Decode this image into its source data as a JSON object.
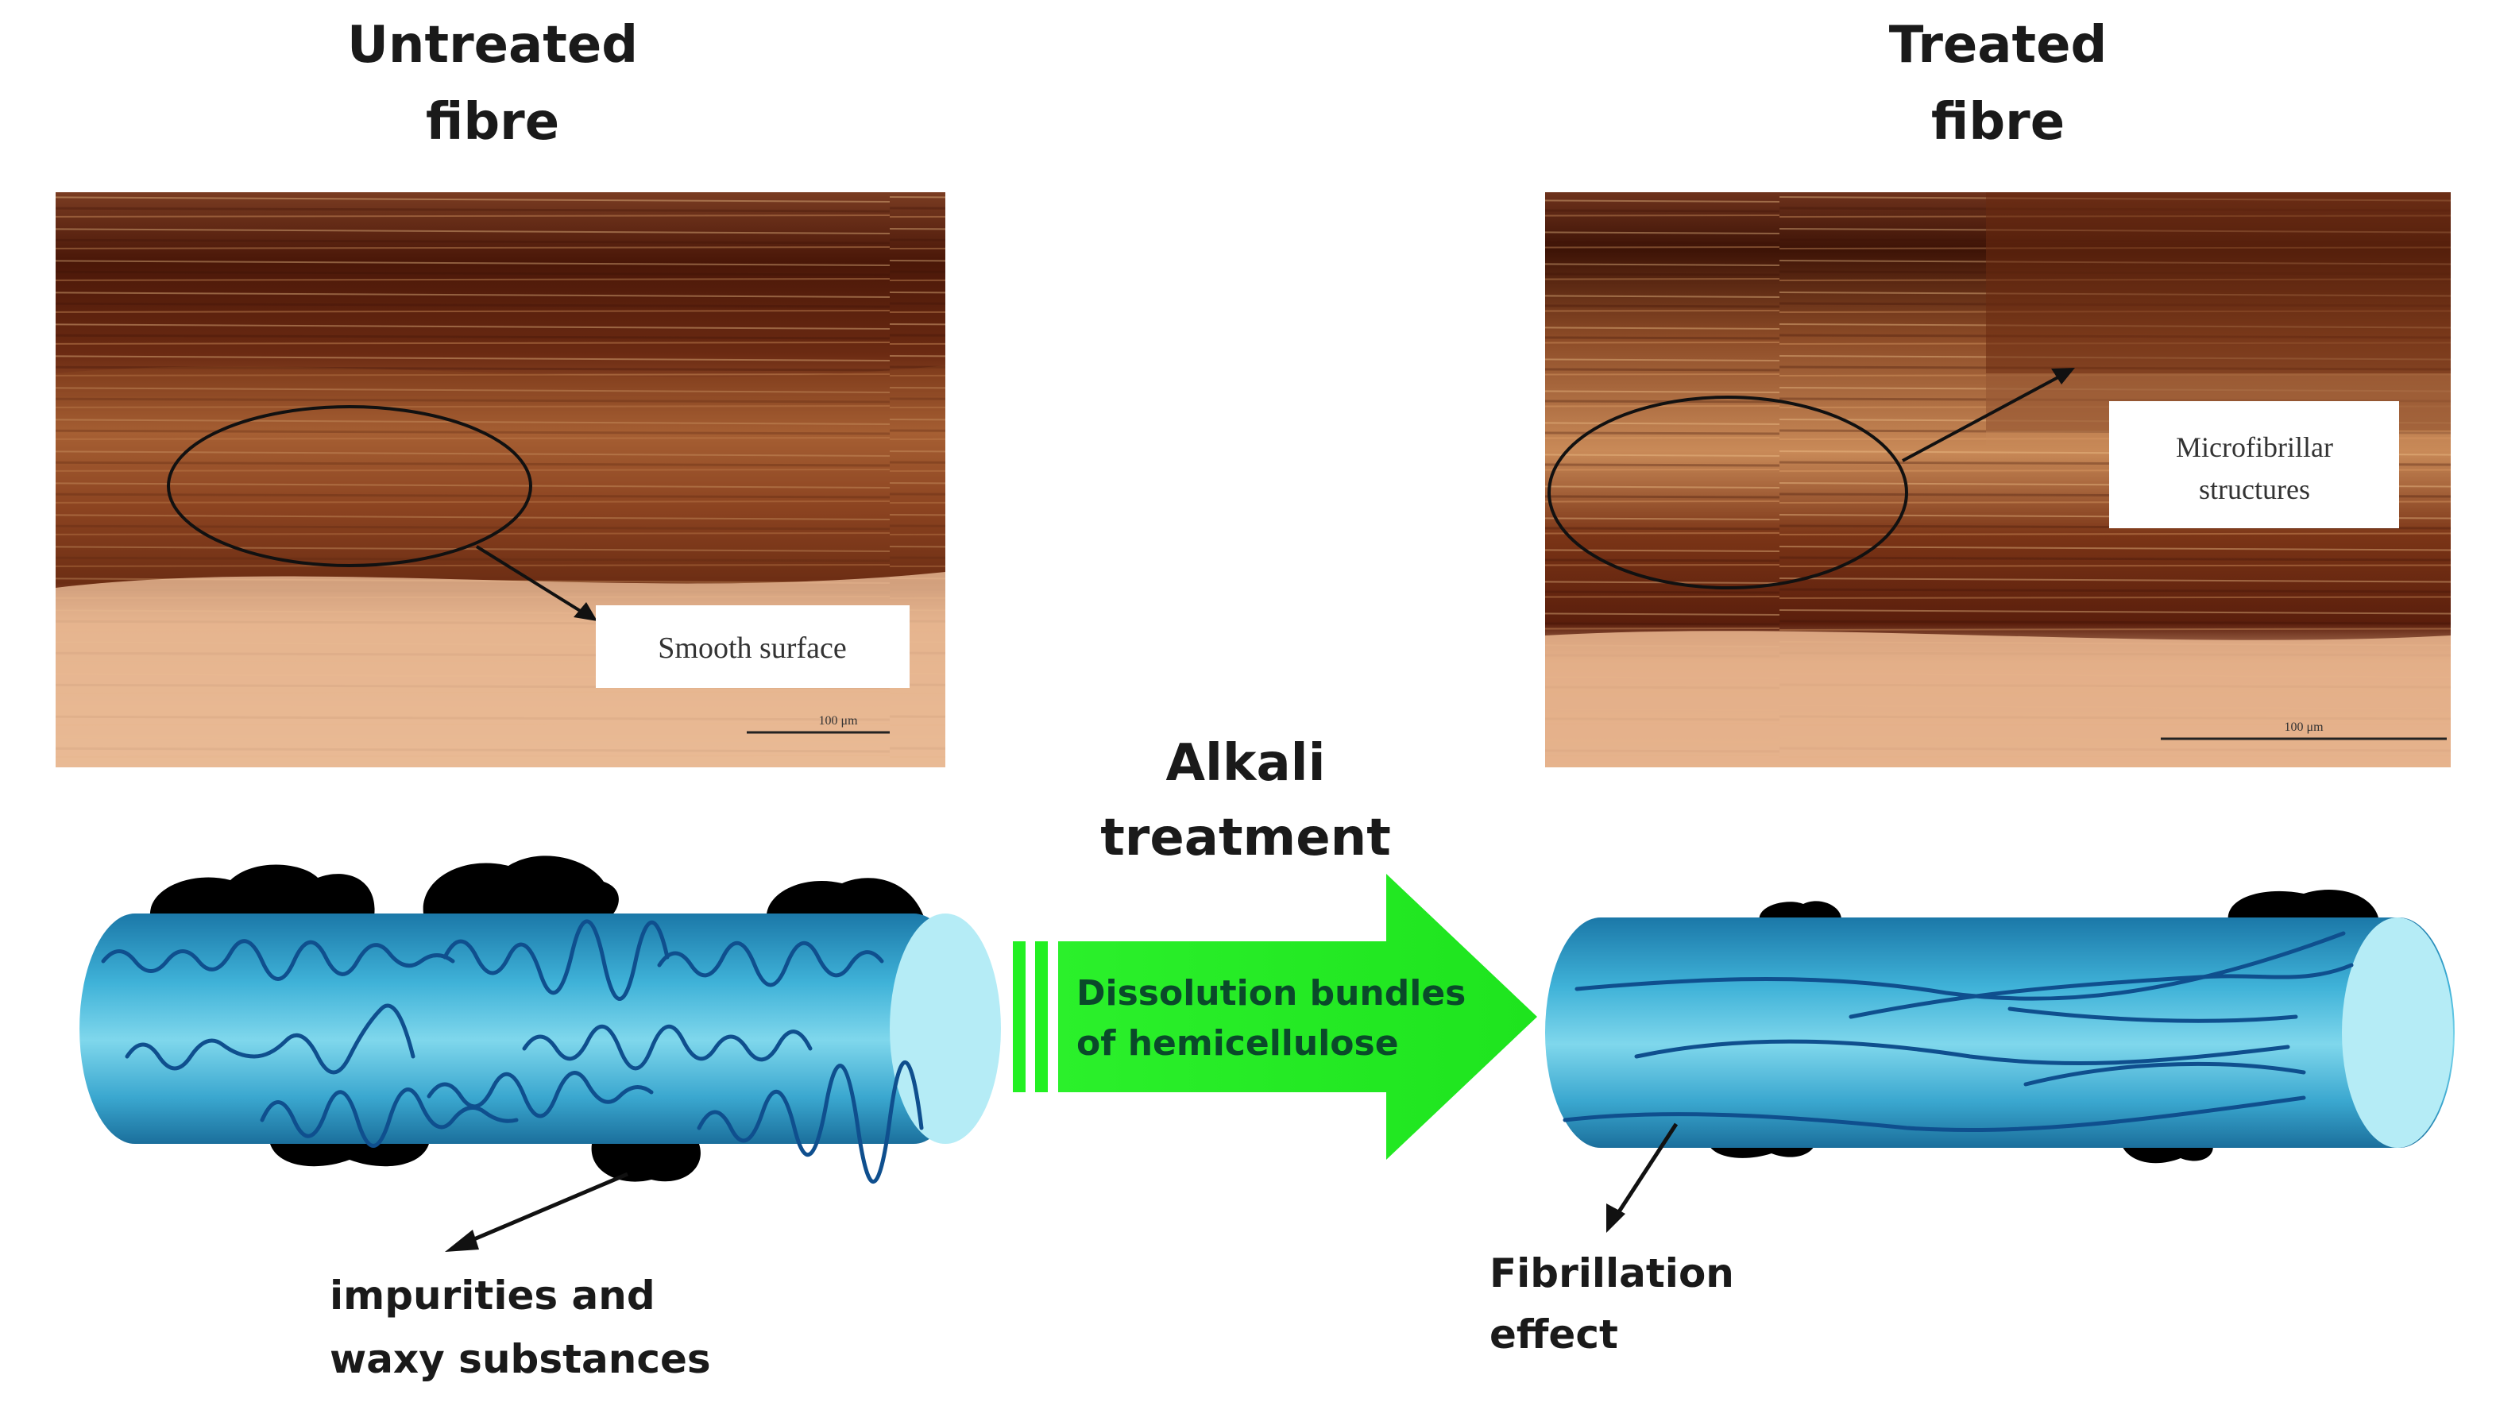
{
  "titles": {
    "untreated_line1": "Untreated",
    "untreated_line2": "fibre",
    "treated_line1": "Treated",
    "treated_line2": "fibre"
  },
  "micrographs": {
    "untreated_callout": "Smooth surface",
    "untreated_scale": "100 μm",
    "treated_callout_line1": "Microfibrillar",
    "treated_callout_line2": "structures",
    "treated_scale": "100 μm"
  },
  "process": {
    "title_line1": "Alkali",
    "title_line2": "treatment",
    "arrow_line1": "Dissolution bundles",
    "arrow_line2": "of hemicellulose"
  },
  "annotations": {
    "impurities_line1": "impurities and",
    "impurities_line2": "waxy substances",
    "fibrillation_line1": "Fibrillation",
    "fibrillation_line2": "effect"
  },
  "colors": {
    "fibre_blue": "#3aa7cf",
    "fibre_end": "#b5ecf6",
    "fibril_line": "#0f4f8e",
    "arrow_green": "#22f022",
    "impurity": "#000000",
    "micrograph_brown": "#6b2a12"
  },
  "icons": {
    "process_arrow": "right-arrow-icon"
  }
}
